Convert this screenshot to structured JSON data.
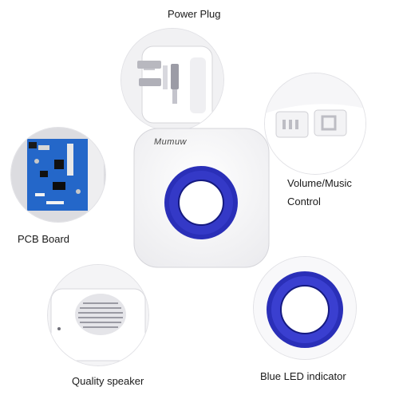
{
  "labels": {
    "power_plug": "Power Plug",
    "volume_music_line1": "Volume/Music",
    "volume_music_line2": "Control",
    "pcb_board": "PCB Board",
    "quality_speaker": "Quality speaker",
    "blue_led": "Blue LED indicator"
  },
  "device": {
    "brand": "Mumuw",
    "body_color": "#fafafa",
    "led_color": "#2a2fb8",
    "led_dark": "#151a80"
  },
  "colors": {
    "pcb_blue": "#2467c9",
    "background": "#ffffff"
  }
}
